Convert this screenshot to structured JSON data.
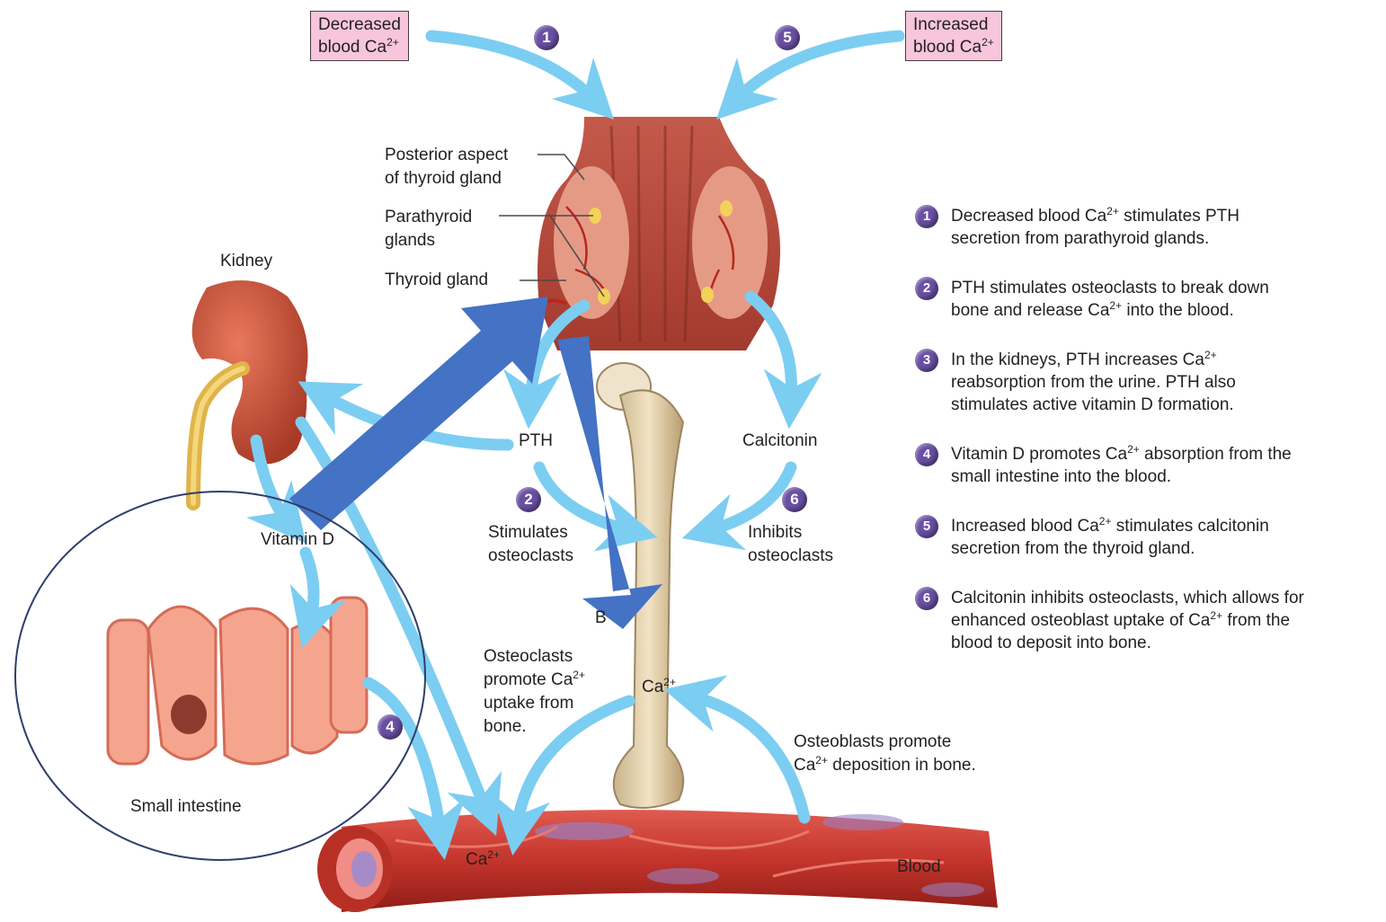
{
  "boxes": {
    "decreased": {
      "line1": "Decreased",
      "line2": "blood Ca",
      "sup": "2+"
    },
    "increased": {
      "line1": "Increased",
      "line2": "blood Ca",
      "sup": "2+"
    }
  },
  "badges": {
    "b1": "1",
    "b2": "2",
    "b4": "4",
    "b5": "5",
    "b6": "6"
  },
  "labels": {
    "posterior_1": "Posterior aspect",
    "posterior_2": "of thyroid gland",
    "parathyroid_1": "Parathyroid",
    "parathyroid_2": "glands",
    "thyroid": "Thyroid gland",
    "kidney": "Kidney",
    "pth": "PTH",
    "calcitonin": "Calcitonin",
    "vitamin_d": "Vitamin D",
    "stimulates_1": "Stimulates",
    "stimulates_2": "osteoclasts",
    "inhibits_1": "Inhibits",
    "inhibits_2": "osteoclasts",
    "bone_partial": "B",
    "oc_1": "Osteoclasts",
    "oc_2": "promote Ca",
    "oc_2_sup": "2+",
    "oc_3": "uptake from",
    "oc_4": "bone.",
    "ca_bone": "Ca",
    "ca_bone_sup": "2+",
    "ob_1": "Osteoblasts promote",
    "ob_2": "Ca",
    "ob_2_sup": "2+",
    "ob_2_rest": " deposition in bone.",
    "small_intestine": "Small intestine",
    "ca_blood": "Ca",
    "ca_blood_sup": "2+",
    "blood": "Blood"
  },
  "steps": [
    {
      "num": "1",
      "a": "Decreased blood Ca",
      "sup": "2+",
      "b": " stimulates PTH",
      "line2": "secretion from parathyroid glands."
    },
    {
      "num": "2",
      "a": "PTH stimulates osteoclasts to break down",
      "line2a": "bone and release Ca",
      "sup": "2+",
      "line2b": " into the blood."
    },
    {
      "num": "3",
      "a": "In the kidneys, PTH increases Ca",
      "sup": "2+",
      "line2": "reabsorption from the urine. PTH also",
      "line3": "stimulates active vitamin D formation."
    },
    {
      "num": "4",
      "a": "Vitamin D promotes Ca",
      "sup": "2+",
      "b": " absorption from the",
      "line2": "small intestine into the blood."
    },
    {
      "num": "5",
      "a": "Increased blood Ca",
      "sup": "2+",
      "b": " stimulates calcitonin",
      "line2": "secretion from the thyroid gland."
    },
    {
      "num": "6",
      "a": "Calcitonin inhibits osteoclasts, which allows for",
      "line2a": "enhanced osteoblast uptake of Ca",
      "sup": "2+",
      "line2b": " from the",
      "line3": "blood to deposit into bone."
    }
  ],
  "colors": {
    "flow_arrow": "#7ccdf2",
    "overlay_arrow": "#4472c4",
    "badge": "#6a4fa3",
    "box_fill": "#f7c6dc",
    "circle_outline": "#2f3e6b"
  }
}
